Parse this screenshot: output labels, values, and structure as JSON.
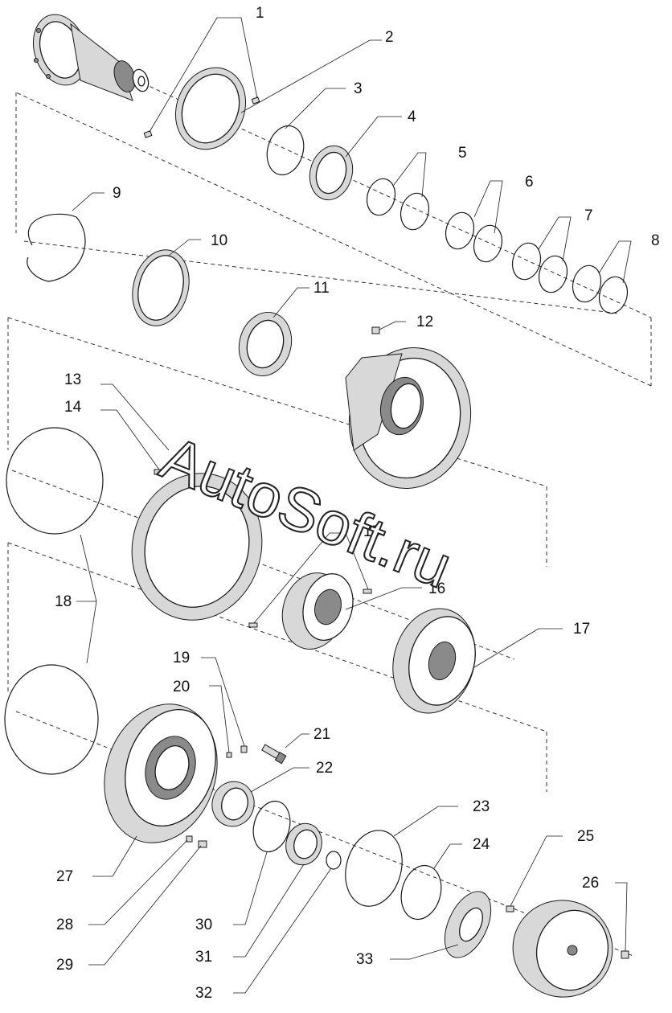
{
  "callouts": [
    "1",
    "2",
    "3",
    "4",
    "5",
    "6",
    "7",
    "8",
    "9",
    "10",
    "11",
    "12",
    "13",
    "14",
    "15",
    "16",
    "17",
    "18",
    "19",
    "20",
    "21",
    "22",
    "23",
    "24",
    "25",
    "26",
    "27",
    "28",
    "29",
    "30",
    "31",
    "32",
    "33"
  ],
  "watermark": "AutoSoft.ru"
}
